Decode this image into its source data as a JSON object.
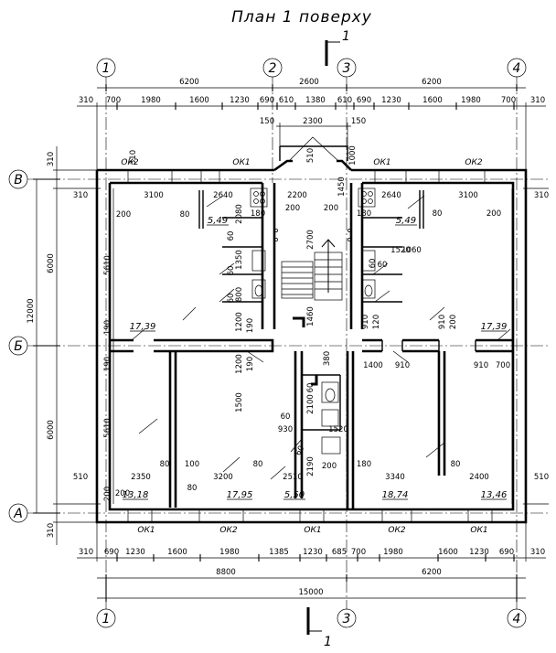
{
  "title": "План 1 поверху",
  "section": {
    "label": "1"
  },
  "axes": {
    "vertical": [
      "1",
      "2",
      "3",
      "4"
    ],
    "horizontal": [
      "В",
      "Б",
      "А"
    ]
  },
  "dims_top": {
    "total": [
      "6200",
      "2600",
      "6200"
    ],
    "row2": [
      "310",
      "700",
      "1980",
      "1600",
      "1230",
      "690",
      "610",
      "1380",
      "610",
      "690",
      "1230",
      "1600",
      "1980",
      "700",
      "310"
    ],
    "stair": [
      "150",
      "2300",
      "150"
    ]
  },
  "dims_bottom": {
    "row1": [
      "310",
      "690",
      "1230",
      "1600",
      "1980",
      "1385",
      "1230",
      "685",
      "700",
      "1980",
      "1600",
      "1230",
      "690",
      "310"
    ],
    "row2": [
      "8800",
      "6200"
    ],
    "total": "15000"
  },
  "dims_left": {
    "vertical": [
      "310",
      "6000",
      "12000",
      "6000",
      "310"
    ],
    "inner": [
      "310",
      "310",
      "5610",
      "190",
      "190",
      "5610",
      "510",
      "200"
    ]
  },
  "dims_right": [
    "310",
    "510"
  ],
  "windows": {
    "top": [
      "ОК2",
      "ОК1",
      "ОК1",
      "ОК2"
    ],
    "bottom": [
      "ОК1",
      "ОК2",
      "ОК1",
      "ОК2",
      "ОК1"
    ]
  },
  "areas": [
    "5,49",
    "5,49",
    "17,39",
    "17,39",
    "13,18",
    "17,95",
    "5,50",
    "18,74",
    "13,46"
  ],
  "labels": [
    "3100",
    "2640",
    "2200",
    "2640",
    "3100",
    "200",
    "80",
    "60",
    "2080",
    "180",
    "200",
    "200",
    "180",
    "2700",
    "1520",
    "1060",
    "1350",
    "800",
    "1200",
    "1460",
    "910",
    "120",
    "910",
    "200",
    "1400",
    "910",
    "910",
    "700",
    "1200",
    "380",
    "1500",
    "2100",
    "930",
    "1520",
    "2190",
    "200",
    "180",
    "3340",
    "2400",
    "80",
    "2350",
    "100",
    "80",
    "3200",
    "80",
    "2510",
    "1000",
    "1450",
    "510",
    "60",
    "60",
    "60",
    "60",
    "60",
    "60",
    "190",
    "190",
    "200",
    "200",
    "80",
    "80",
    "60"
  ]
}
